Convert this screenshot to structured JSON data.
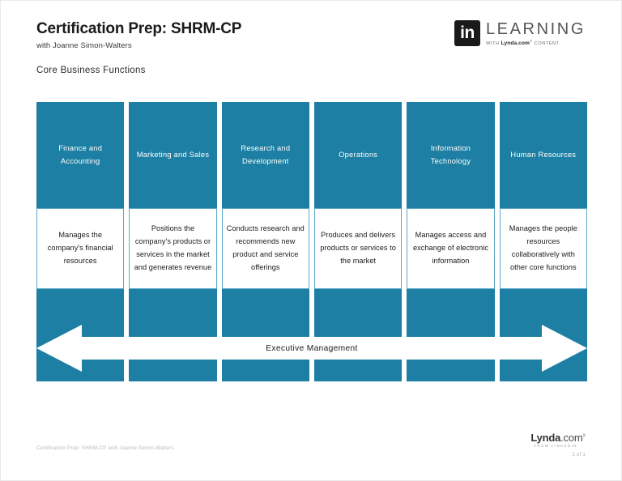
{
  "header": {
    "title": "Certification Prep: SHRM-CP",
    "subtitle": "with Joanne Simon-Walters",
    "section_label": "Core Business Functions"
  },
  "brand": {
    "in_mark": "in",
    "learning_word": "LEARNING",
    "with_text": "WITH",
    "lynda_text": "Lynda.com",
    "registered": "®",
    "content_text": "CONTENT"
  },
  "diagram": {
    "accent_color": "#1d7fa3",
    "border_color": "#5aa8c4",
    "band_label": "Executive Management",
    "columns": [
      {
        "header": "Finance and Accounting",
        "header_lines": [
          "Finance and",
          "Accounting"
        ],
        "description": "Manages the company's financial resources",
        "description_lines": [
          "Manages the",
          "company's",
          "financial resources"
        ]
      },
      {
        "header": "Marketing and Sales",
        "header_lines": [
          "Marketing and Sales"
        ],
        "description": "Positions the company's products or services in the market and generates revenue",
        "description_lines": [
          "Positions the",
          "company's products",
          "or services in",
          "the market and",
          "generates revenue"
        ]
      },
      {
        "header": "Research and Development",
        "header_lines": [
          "Research",
          "and Development"
        ],
        "description": "Conducts research and recommends new product and service offerings",
        "description_lines": [
          "Conducts research",
          "and recommends",
          "new product and",
          "service offerings"
        ]
      },
      {
        "header": "Operations",
        "header_lines": [
          "Operations"
        ],
        "description": "Produces and delivers products or services to the market",
        "description_lines": [
          "Produces and",
          "delivers products",
          "or services to",
          "the market"
        ]
      },
      {
        "header": "Information Technology",
        "header_lines": [
          "Information",
          "Technology"
        ],
        "description": "Manages access and exchange of electronic information",
        "description_lines": [
          "Manages access",
          "and exchange",
          "of electronic",
          "information"
        ]
      },
      {
        "header": "Human Resources",
        "header_lines": [
          "Human Resources"
        ],
        "description": "Manages the people resources collaboratively with other core functions",
        "description_lines": [
          "Manages the",
          "people resources",
          "collaboratively with",
          "other core functions"
        ]
      }
    ]
  },
  "footer": {
    "credit": "Certification Prep: SHRM-CP with Joanne Simon-Walters",
    "lynda_name": "Lynda",
    "lynda_domain": ".com",
    "registered": "®",
    "from_linkedin": "FROM LINKEDIN",
    "page_indicator": "1 of 1"
  }
}
